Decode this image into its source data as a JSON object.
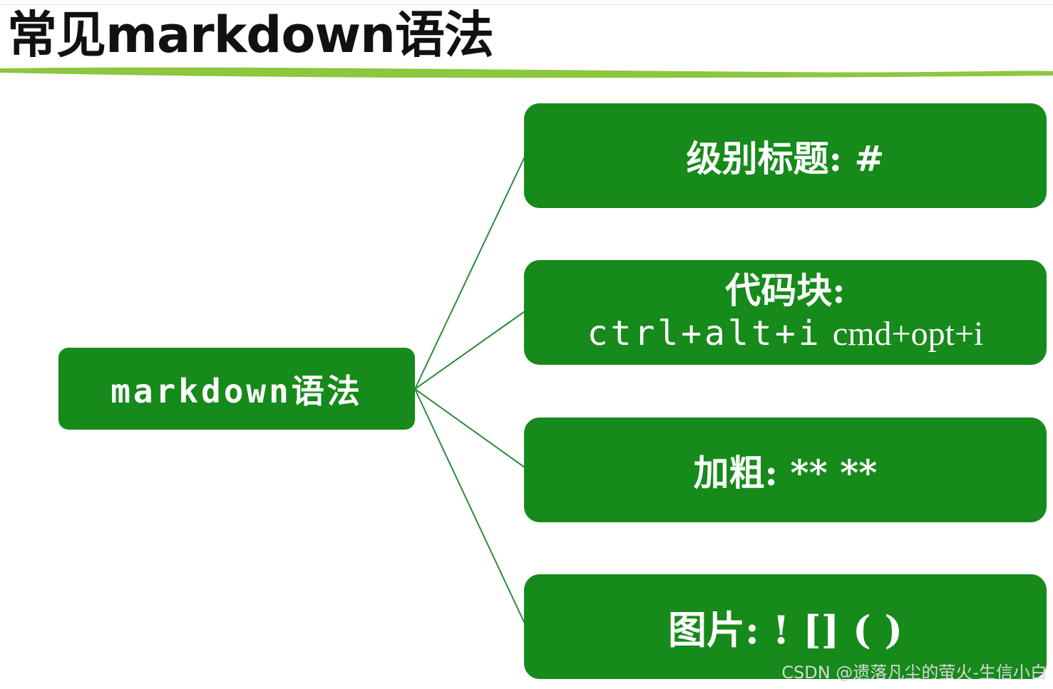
{
  "title": "常见markdown语法",
  "root": {
    "label": "markdown语法"
  },
  "branches": [
    {
      "label": "级别标题: #"
    },
    {
      "line1": "代码块:",
      "line2_a": "ctrl+alt+i",
      "line2_b": "cmd+opt+i"
    },
    {
      "label": "加粗: ** **"
    },
    {
      "label": "图片: ! [] ( )"
    }
  ],
  "watermark": "CSDN @遗落凡尘的萤火-生信小白",
  "colors": {
    "node_fill": "#168a1a",
    "node_text": "#ffffff",
    "connector": "#2e8b3a",
    "title_rule": "#8dc63f"
  }
}
